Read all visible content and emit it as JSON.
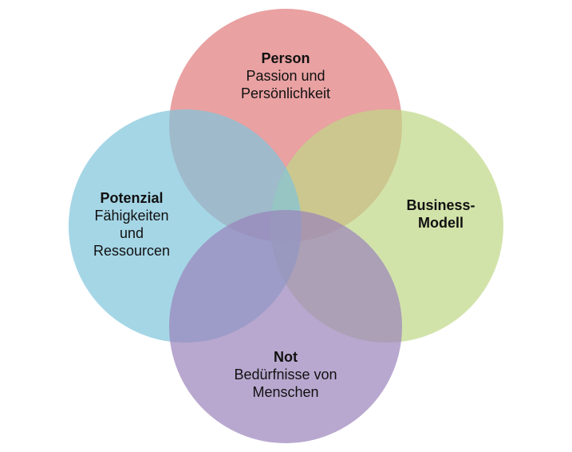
{
  "colors": {
    "person": "#E0797A",
    "business": "#BFD786",
    "potenzial": "#7FC5DB",
    "not": "#9A83BB",
    "background": "#ffffff"
  },
  "circles": {
    "person": {
      "title": "Person",
      "lines": [
        "Passion und",
        "Persönlichkeit"
      ]
    },
    "potenzial": {
      "title": "Potenzial",
      "lines": [
        "Fähigkeiten",
        "und",
        "Ressourcen"
      ]
    },
    "business": {
      "title_lines": [
        "Business-",
        "Modell"
      ]
    },
    "not": {
      "title": "Not",
      "lines": [
        "Bedürfnisse von",
        "Menschen"
      ]
    }
  }
}
